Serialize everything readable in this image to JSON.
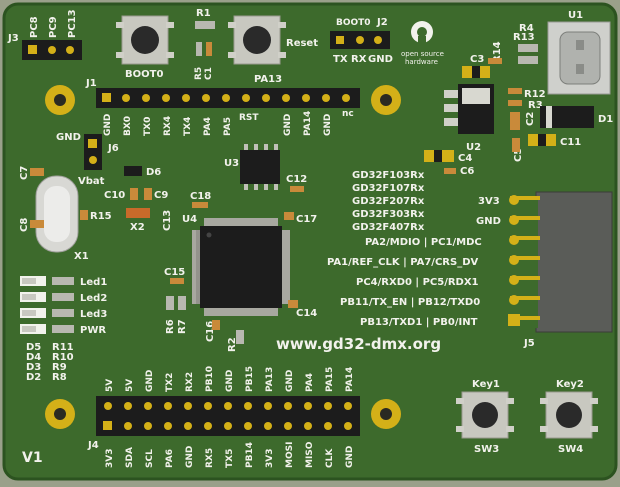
{
  "board": {
    "colors": {
      "pcb": "#3d6a2c",
      "pcb_edge": "#2c5320",
      "bg": "#9aa08a",
      "gold": "#d4b018",
      "silk": "#f2f2ec",
      "pad": "#c9a227"
    },
    "url": "www.gd32-dmx.org",
    "version": "V1",
    "oshw_text": [
      "open source",
      "hardware"
    ],
    "chip_list": [
      "GD32F103Rx",
      "GD32F107Rx",
      "GD32F207Rx",
      "GD32F303Rx",
      "GD32F407Rx"
    ]
  },
  "refs": {
    "j1": "J1",
    "j2": "J2",
    "j3": "J3",
    "j4": "J4",
    "j5": "J5",
    "j6": "J6",
    "u1": "U1",
    "u2": "U2",
    "u3": "U3",
    "u4": "U4",
    "r1": "R1",
    "r2": "R2",
    "r4": "R4",
    "r5": "R5",
    "r6": "R6",
    "r7": "R7",
    "r12": "R12",
    "r13": "R13",
    "r14": "R14",
    "r15": "R15",
    "r3": "R3",
    "c1": "C1",
    "c2": "C2",
    "c3": "C3",
    "c4": "C4",
    "c5": "C5",
    "c6": "C6",
    "c7": "C7",
    "c8": "C8",
    "c9": "C9",
    "c10": "C10",
    "c11": "C11",
    "c12": "C12",
    "c13": "C13",
    "c14": "C14",
    "c15": "C15",
    "c16": "C16",
    "c17": "C17",
    "c18": "C18",
    "d1": "D1",
    "d6": "D6",
    "x1": "X1",
    "x2": "X2",
    "sw3": "SW3",
    "sw4": "SW4",
    "key1": "Key1",
    "key2": "Key2",
    "boot0_btn": "BOOT0",
    "reset": "Reset",
    "boot0_hdr": "BOOT0",
    "pa13": "PA13",
    "nc": "nc"
  },
  "j3_labels": [
    "PC8",
    "PC9",
    "PC13"
  ],
  "j2_labels": [
    "TX",
    "RX",
    "GND"
  ],
  "j1_labels": [
    "GND",
    "BX0",
    "TX0",
    "RX4",
    "TX4",
    "PA4",
    "PA5",
    "RST",
    "GND",
    "PA14",
    "GND"
  ],
  "j6_labels": [
    "GND",
    "Vbat"
  ],
  "led_labels": [
    "Led1",
    "Led2",
    "Led3",
    "PWR"
  ],
  "led_refs": [
    [
      "D5",
      "R11"
    ],
    [
      "D4",
      "R10"
    ],
    [
      "D3",
      "R9"
    ],
    [
      "D2",
      "R8"
    ]
  ],
  "j5_labels": [
    "3V3",
    "GND",
    "PA2/MDIO | PC1/MDC",
    "PA1/REF_CLK | PA7/CRS_DV",
    "PC4/RXD0 | PC5/RDX1",
    "PB11/TX_EN | PB12/TXD0",
    "PB13/TXD1 | PB0/INT"
  ],
  "j4_top_labels": [
    "5V",
    "5V",
    "GND",
    "TX2",
    "RX2",
    "PB10",
    "GND",
    "PB15",
    "PA13",
    "GND",
    "PA4",
    "PA15",
    "PA14"
  ],
  "j4_bottom_labels": [
    "3V3",
    "SDA",
    "SCL",
    "PA6",
    "GND",
    "RX5",
    "TX5",
    "PB14",
    "3V3",
    "MOSI",
    "MISO",
    "CLK",
    "GND"
  ]
}
